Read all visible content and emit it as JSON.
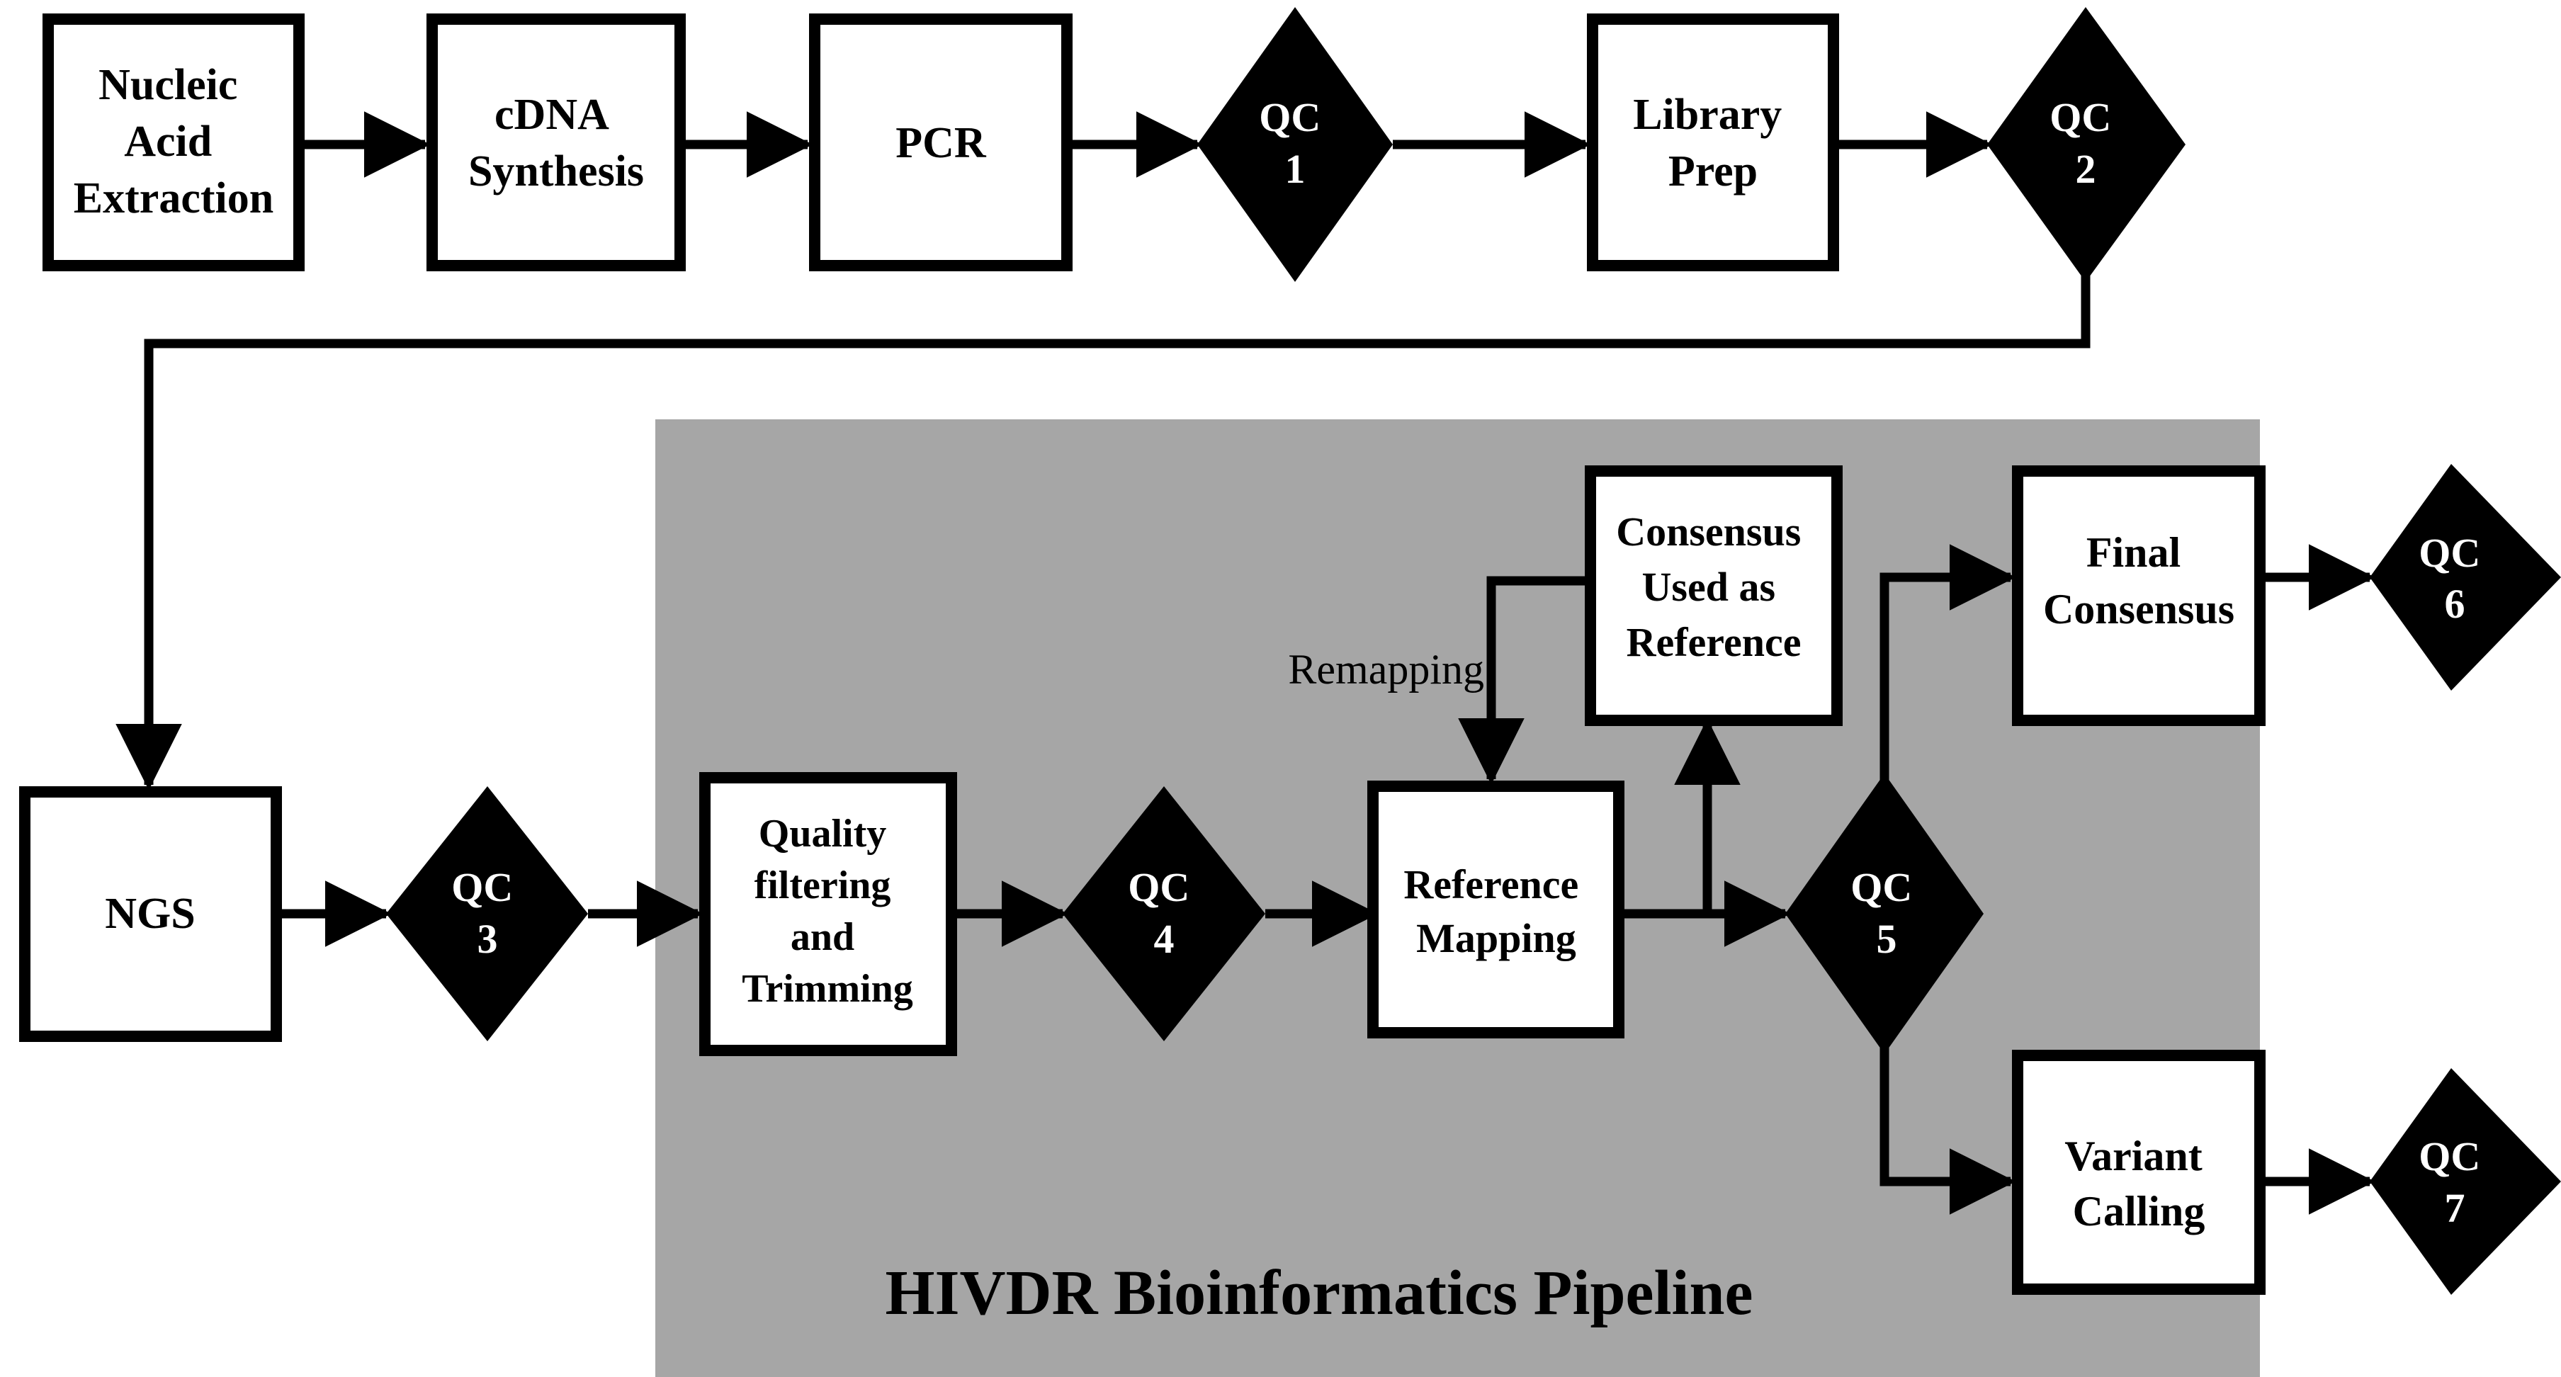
{
  "diagram": {
    "title": "HIVDR Bioinformatics Pipeline",
    "colors": {
      "background": "#ffffff",
      "panel_gray": "#a6a6a6",
      "stroke": "#000000",
      "diamond_fill": "#000000",
      "box_fill": "#ffffff",
      "diamond_text": "#ffffff",
      "box_text": "#000000"
    },
    "panel": {
      "label": "HIVDR Bioinformatics Pipeline",
      "fill": "#a6a6a6"
    },
    "nodes": [
      {
        "id": "nucleic-acid-extraction",
        "shape": "box",
        "lines": [
          "Nucleic",
          "Acid",
          "Extraction"
        ]
      },
      {
        "id": "cdna-synthesis",
        "shape": "box",
        "lines": [
          "cDNA",
          "Synthesis"
        ]
      },
      {
        "id": "pcr",
        "shape": "box",
        "lines": [
          "PCR"
        ]
      },
      {
        "id": "qc-1",
        "shape": "diamond",
        "lines": [
          "QC",
          "1"
        ]
      },
      {
        "id": "library-prep",
        "shape": "box",
        "lines": [
          "Library",
          "Prep"
        ]
      },
      {
        "id": "qc-2",
        "shape": "diamond",
        "lines": [
          "QC",
          "2"
        ]
      },
      {
        "id": "ngs",
        "shape": "box",
        "lines": [
          "NGS"
        ]
      },
      {
        "id": "qc-3",
        "shape": "diamond",
        "lines": [
          "QC",
          "3"
        ]
      },
      {
        "id": "quality-filtering-and-trimming",
        "shape": "box",
        "lines": [
          "Quality",
          "filtering",
          "and",
          "Trimming"
        ]
      },
      {
        "id": "qc-4",
        "shape": "diamond",
        "lines": [
          "QC",
          "4"
        ]
      },
      {
        "id": "reference-mapping",
        "shape": "box",
        "lines": [
          "Reference",
          "Mapping"
        ]
      },
      {
        "id": "consensus-used-as-reference",
        "shape": "box",
        "lines": [
          "Consensus",
          "Used as",
          "Reference"
        ]
      },
      {
        "id": "qc-5",
        "shape": "diamond",
        "lines": [
          "QC",
          "5"
        ]
      },
      {
        "id": "final-consensus",
        "shape": "box",
        "lines": [
          "Final",
          "Consensus"
        ]
      },
      {
        "id": "qc-6",
        "shape": "diamond",
        "lines": [
          "QC",
          "6"
        ]
      },
      {
        "id": "variant-calling",
        "shape": "box",
        "lines": [
          "Variant",
          "Calling"
        ]
      },
      {
        "id": "qc-7",
        "shape": "diamond",
        "lines": [
          "QC",
          "7"
        ]
      }
    ],
    "edge_labels": [
      {
        "id": "remapping",
        "text": "Remapping"
      }
    ],
    "labels": {
      "nucleic_acid_extraction_l1": "Nucleic",
      "nucleic_acid_extraction_l2": "Acid",
      "nucleic_acid_extraction_l3": "Extraction",
      "cdna_synthesis_l1": "cDNA",
      "cdna_synthesis_l2": "Synthesis",
      "pcr_l1": "PCR",
      "qc1_l1": "QC",
      "qc1_l2": "1",
      "library_prep_l1": "Library",
      "library_prep_l2": "Prep",
      "qc2_l1": "QC",
      "qc2_l2": "2",
      "ngs_l1": "NGS",
      "qc3_l1": "QC",
      "qc3_l2": "3",
      "quality_l1": "Quality",
      "quality_l2": "filtering",
      "quality_l3": "and",
      "quality_l4": "Trimming",
      "qc4_l1": "QC",
      "qc4_l2": "4",
      "reference_mapping_l1": "Reference",
      "reference_mapping_l2": "Mapping",
      "consensus_ref_l1": "Consensus",
      "consensus_ref_l2": "Used as",
      "consensus_ref_l3": "Reference",
      "qc5_l1": "QC",
      "qc5_l2": "5",
      "final_consensus_l1": "Final",
      "final_consensus_l2": "Consensus",
      "qc6_l1": "QC",
      "qc6_l2": "6",
      "variant_calling_l1": "Variant",
      "variant_calling_l2": "Calling",
      "qc7_l1": "QC",
      "qc7_l2": "7",
      "remapping": "Remapping",
      "panel_title": "HIVDR Bioinformatics Pipeline"
    }
  }
}
